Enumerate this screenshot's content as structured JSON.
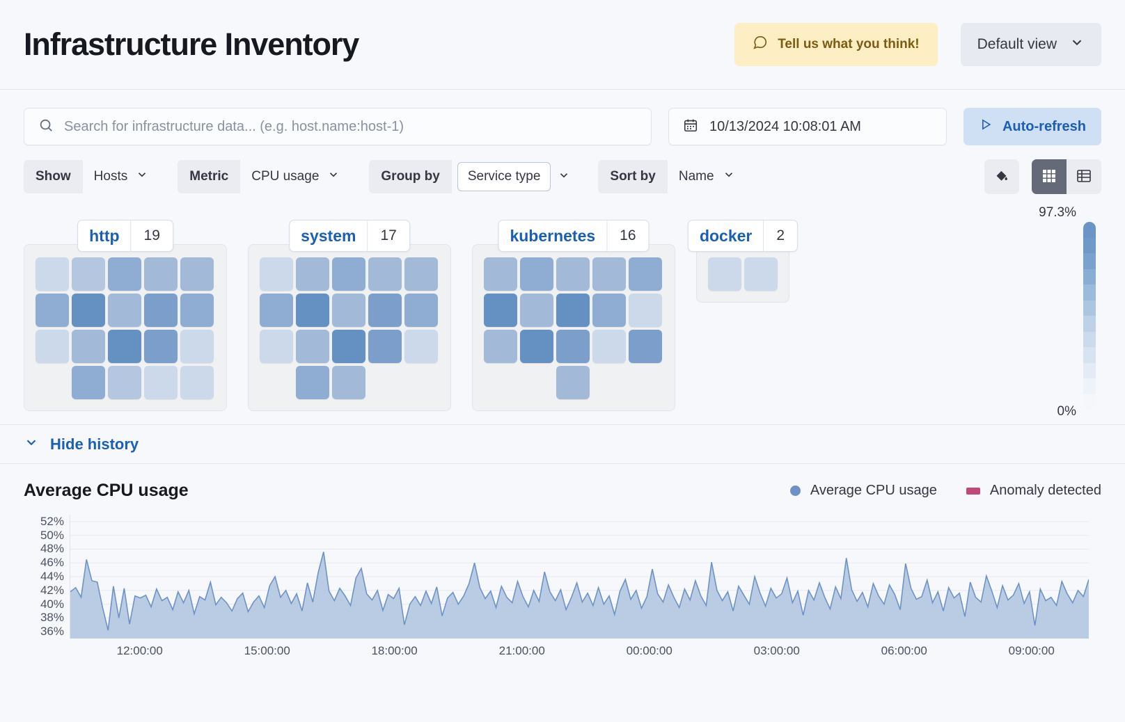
{
  "header": {
    "title": "Infrastructure Inventory",
    "feedback_label": "Tell us what you think!",
    "feedback_icon": "comment-icon",
    "view_label": "Default view",
    "view_icon": "chevron-down-icon"
  },
  "search": {
    "placeholder": "Search for infrastructure data... (e.g. host.name:host-1)",
    "value": "",
    "icon": "search-icon"
  },
  "datepicker": {
    "value": "10/13/2024 10:08:01 AM",
    "icon": "calendar-icon"
  },
  "refresh": {
    "label": "Auto-refresh",
    "icon": "play-icon"
  },
  "controls": [
    {
      "label": "Show",
      "value": "Hosts",
      "boxed": false
    },
    {
      "label": "Metric",
      "value": "CPU usage",
      "boxed": false
    },
    {
      "label": "Group by",
      "value": "Service type",
      "boxed": true
    },
    {
      "label": "Sort by",
      "value": "Name",
      "boxed": false
    }
  ],
  "toolbar_right": {
    "palette_icon": "color-fill-icon",
    "grid_view_icon": "grid-view-icon",
    "table_view_icon": "table-view-icon",
    "active_view": "grid"
  },
  "legend_scale": {
    "max": "97.3%",
    "min": "0%"
  },
  "history": {
    "toggle_label": "Hide history",
    "toggle_icon": "chevron-down-icon"
  },
  "chart": {
    "title": "Average CPU usage",
    "legend": [
      {
        "label": "Average CPU usage",
        "color": "#6e92c7",
        "marker": "dot"
      },
      {
        "label": "Anomaly detected",
        "color": "#c2487a",
        "marker": "square"
      }
    ]
  },
  "heatmap": {
    "colors": {
      "l1": "#ccd9ea",
      "l2": "#b5c7e0",
      "l3": "#a3b9d8",
      "l4": "#8facd2",
      "l5": "#7b9fca",
      "l6": "#6490c2"
    },
    "groups": [
      {
        "name": "http",
        "count": "19",
        "cells": [
          "l1",
          "l2",
          "l4",
          "l3",
          "l3",
          "l4",
          "l6",
          "l3",
          "l5",
          "l4",
          "l1",
          "l3",
          "l6",
          "l5",
          "l1",
          "blank",
          "l4",
          "l2",
          "l1",
          "l1"
        ]
      },
      {
        "name": "system",
        "count": "17",
        "cells": [
          "l1",
          "l3",
          "l4",
          "l3",
          "l3",
          "l4",
          "l6",
          "l3",
          "l5",
          "l4",
          "l1",
          "l3",
          "l6",
          "l5",
          "l1",
          "blank",
          "l4",
          "l3",
          "blank",
          "blank"
        ]
      },
      {
        "name": "kubernetes",
        "count": "16",
        "cells": [
          "l3",
          "l4",
          "l3",
          "l3",
          "l4",
          "l6",
          "l3",
          "l6",
          "l4",
          "l1",
          "l3",
          "l6",
          "l5",
          "l1",
          "l5",
          "blank",
          "blank",
          "l3",
          "blank",
          "blank"
        ]
      },
      {
        "name": "docker",
        "count": "2",
        "cells": [
          "l1",
          "l1"
        ]
      }
    ]
  },
  "chart_data": {
    "type": "area",
    "title": "Average CPU usage",
    "xlabel": "",
    "ylabel": "",
    "ylim": [
      35,
      53
    ],
    "yticks": [
      "52%",
      "50%",
      "48%",
      "46%",
      "44%",
      "42%",
      "40%",
      "38%",
      "36%"
    ],
    "ytick_values": [
      52,
      50,
      48,
      46,
      44,
      42,
      40,
      38,
      36
    ],
    "xticks": [
      "12:00:00",
      "15:00:00",
      "18:00:00",
      "21:00:00",
      "00:00:00",
      "03:00:00",
      "06:00:00",
      "09:00:00"
    ],
    "grid": true,
    "legend_position": "top-right",
    "series": [
      {
        "name": "Average CPU usage",
        "color": "#6e92c7",
        "fill": "#aec4de",
        "values": [
          41.8,
          42.4,
          41.0,
          46.5,
          43.4,
          43.2,
          39.5,
          36.2,
          42.6,
          38.0,
          42.3,
          37.1,
          41.2,
          40.9,
          41.3,
          39.6,
          42.2,
          40.5,
          41.0,
          39.2,
          41.8,
          40.2,
          42.0,
          38.6,
          41.1,
          40.6,
          43.2,
          39.9,
          41.0,
          40.2,
          39.0,
          40.8,
          41.6,
          38.9,
          40.3,
          41.2,
          39.5,
          42.7,
          44.0,
          41.0,
          42.0,
          40.1,
          41.5,
          39.0,
          43.1,
          40.3,
          44.6,
          47.6,
          41.9,
          40.5,
          42.3,
          41.2,
          39.8,
          43.8,
          45.2,
          41.5,
          40.6,
          42.0,
          39.1,
          41.4,
          40.8,
          42.3,
          37.0,
          40.0,
          41.1,
          39.8,
          41.9,
          40.1,
          42.5,
          38.3,
          40.9,
          41.7,
          40.0,
          41.2,
          43.0,
          46.0,
          42.4,
          40.8,
          41.9,
          39.5,
          42.6,
          41.0,
          40.2,
          43.3,
          41.1,
          39.6,
          42.0,
          40.4,
          44.7,
          41.8,
          40.5,
          42.1,
          39.2,
          41.0,
          43.1,
          40.3,
          41.6,
          39.8,
          42.4,
          40.0,
          41.2,
          38.5,
          41.9,
          43.6,
          40.7,
          42.0,
          39.4,
          41.1,
          45.1,
          41.5,
          40.3,
          42.8,
          41.0,
          39.5,
          42.2,
          40.6,
          43.4,
          41.2,
          39.8,
          46.1,
          42.0,
          40.5,
          41.8,
          39.0,
          42.6,
          41.3,
          40.0,
          44.0,
          41.6,
          39.7,
          42.3,
          40.9,
          41.5,
          43.8,
          40.2,
          41.9,
          38.4,
          42.0,
          40.6,
          43.1,
          41.0,
          39.3,
          42.5,
          40.8,
          46.7,
          42.1,
          40.4,
          41.7,
          39.6,
          43.0,
          41.2,
          40.0,
          42.8,
          41.4,
          39.2,
          45.9,
          42.3,
          40.7,
          41.1,
          43.5,
          40.2,
          41.8,
          39.0,
          42.4,
          40.9,
          41.6,
          38.2,
          43.2,
          41.0,
          40.3,
          44.1,
          41.9,
          39.5,
          42.7,
          40.6,
          41.3,
          43.0,
          40.1,
          41.8,
          36.9,
          42.2,
          40.5,
          41.0,
          39.8,
          43.3,
          41.5,
          40.2,
          42.0,
          41.1,
          43.6
        ]
      }
    ]
  }
}
